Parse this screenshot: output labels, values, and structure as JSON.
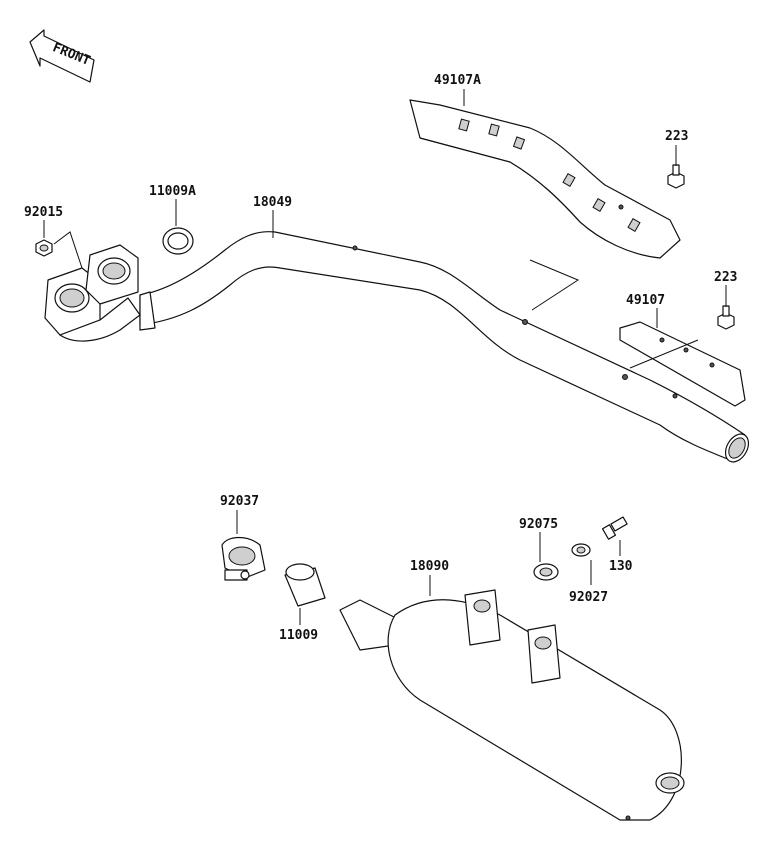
{
  "diagram": {
    "front_label": "FRONT",
    "callouts": {
      "p49107A": "49107A",
      "p223a": "223",
      "p92015": "92015",
      "p11009A": "11009A",
      "p18049": "18049",
      "p49107": "49107",
      "p223b": "223",
      "p92037": "92037",
      "p92075": "92075",
      "p130": "130",
      "p18090": "18090",
      "p92027": "92027",
      "p11009": "11009"
    }
  }
}
